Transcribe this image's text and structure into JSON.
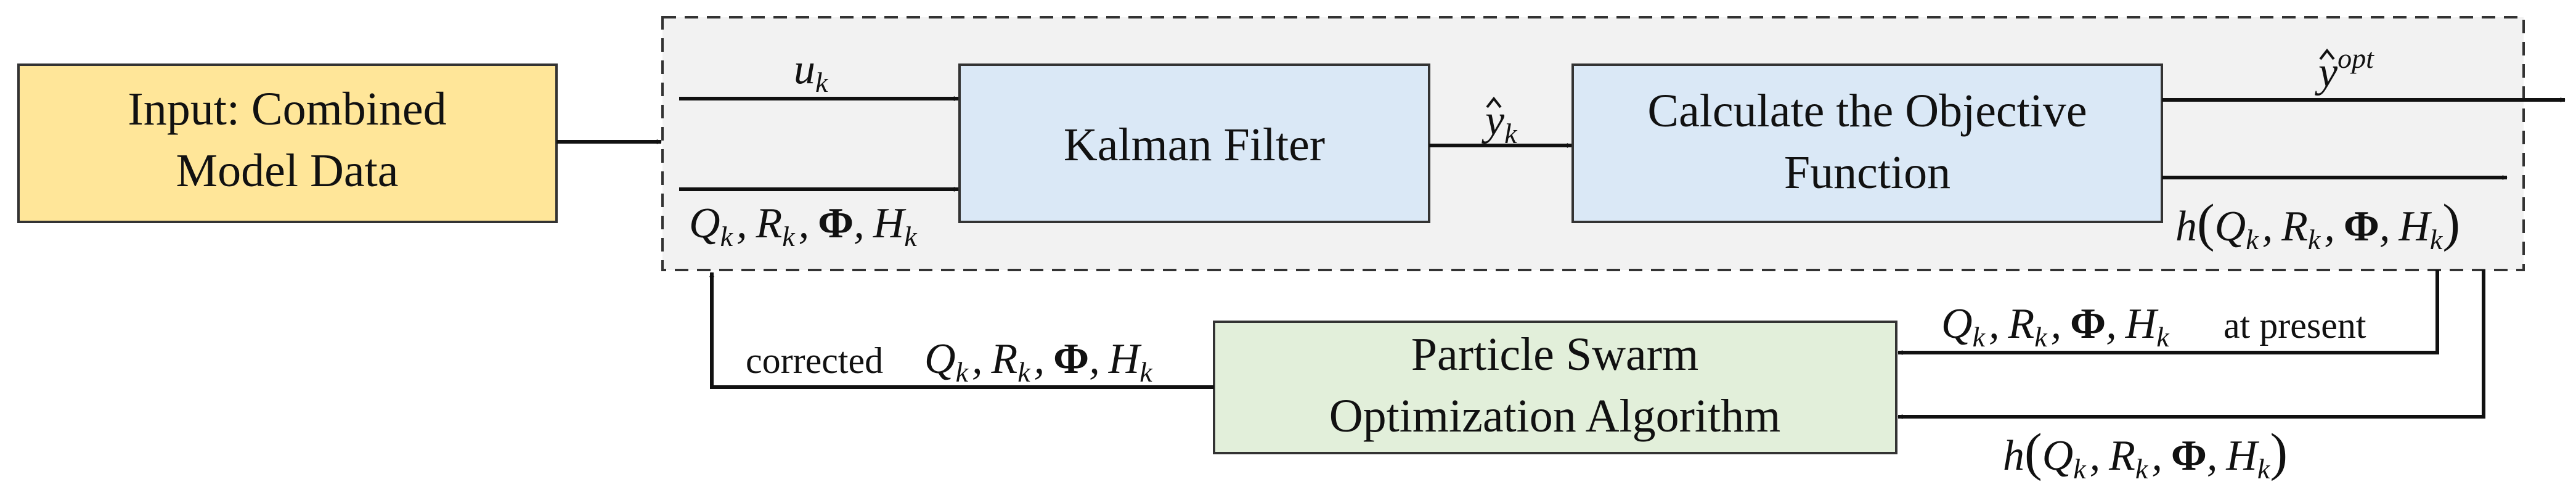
{
  "colors": {
    "input_box": "#ffe699",
    "kalman_box": "#dae8f6",
    "objective_box": "#dae8f6",
    "pso_box": "#e2efda",
    "container_bg": "#f2f2f2",
    "border": "#333333"
  },
  "boxes": {
    "input": {
      "line1": "Input: Combined",
      "line2": "Model Data"
    },
    "kalman": {
      "label": "Kalman Filter"
    },
    "objective": {
      "line1": "Calculate the Objective",
      "line2": "Function"
    },
    "pso": {
      "line1": "Particle Swarm",
      "line2": "Optimization Algorithm"
    }
  },
  "symbols": {
    "u": "u",
    "k": "k",
    "y": "y",
    "opt": "opt",
    "Q": "Q",
    "R": "R",
    "Phi": "Φ",
    "H": "H",
    "h": "h",
    "comma": ","
  },
  "edge_labels": {
    "corrected": "corrected",
    "at_present": "at present"
  }
}
